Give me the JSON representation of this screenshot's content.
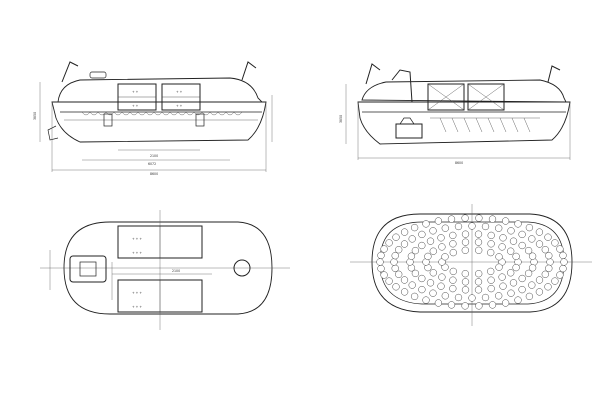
{
  "views": {
    "side_view_left": {
      "dims": {
        "width_left": "3850",
        "bottom_span": "2100",
        "overall_bottom": "6072",
        "overall_total": "8600"
      }
    },
    "side_view_right": {
      "dims": {
        "overall_total": "8600",
        "height_left": "3850"
      }
    },
    "plan_view_deck": {
      "dims": {
        "span_middle": "2100"
      }
    },
    "plan_view_seating": {}
  }
}
